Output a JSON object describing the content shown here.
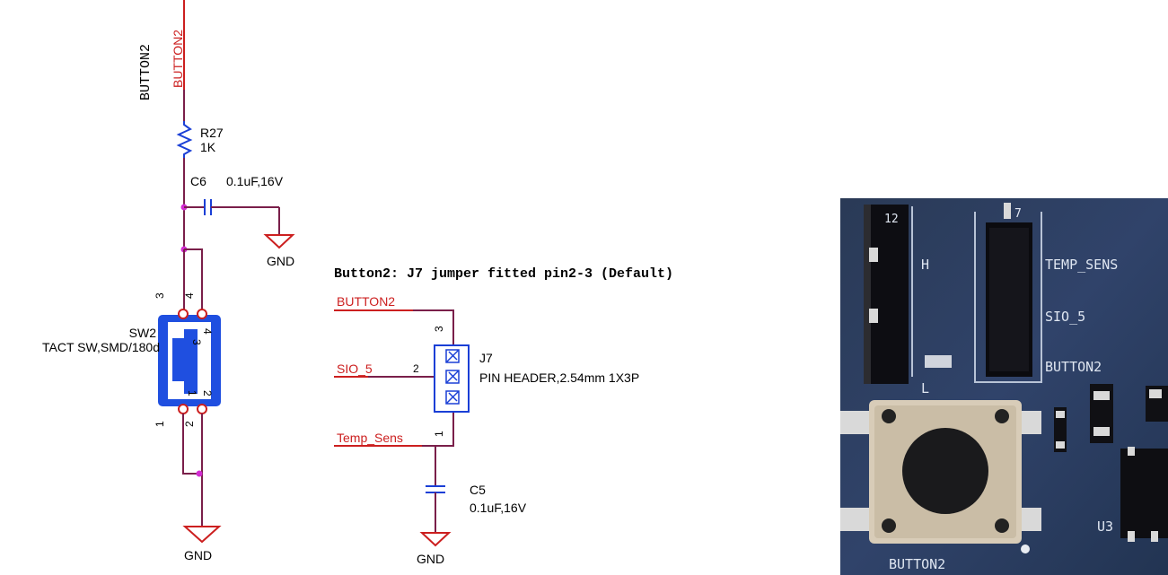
{
  "net_label_vertical": "BUTTON2",
  "net_top": "BUTTON2",
  "resistor": {
    "ref": "R27",
    "value": "1K"
  },
  "cap_c6": {
    "ref": "C6",
    "value": "0.1uF,16V"
  },
  "gnd_c6": "GND",
  "switch": {
    "ref": "SW2",
    "value": "TACT SW,SMD/180d",
    "pins_top": [
      "3",
      "4"
    ],
    "pins_bottom": [
      "1",
      "2"
    ]
  },
  "gnd_sw": "GND",
  "jumper_title": "Button2: J7 jumper fitted pin2-3 (Default)",
  "jumper_nets": {
    "button": "BUTTON2",
    "sio": "SIO_5",
    "temp": "Temp_Sens"
  },
  "jumper": {
    "ref": "J7",
    "value": "PIN HEADER,2.54mm 1X3P",
    "pins": [
      "3",
      "2",
      "1"
    ]
  },
  "cap_c5": {
    "ref": "C5",
    "value": "0.1uF,16V"
  },
  "gnd_c5": "GND",
  "photo": {
    "labels": [
      "TEMP_SENS",
      "SIO_5",
      "BUTTON2",
      "BUTTON2",
      "U3",
      "12",
      "7",
      "H",
      "L"
    ]
  }
}
